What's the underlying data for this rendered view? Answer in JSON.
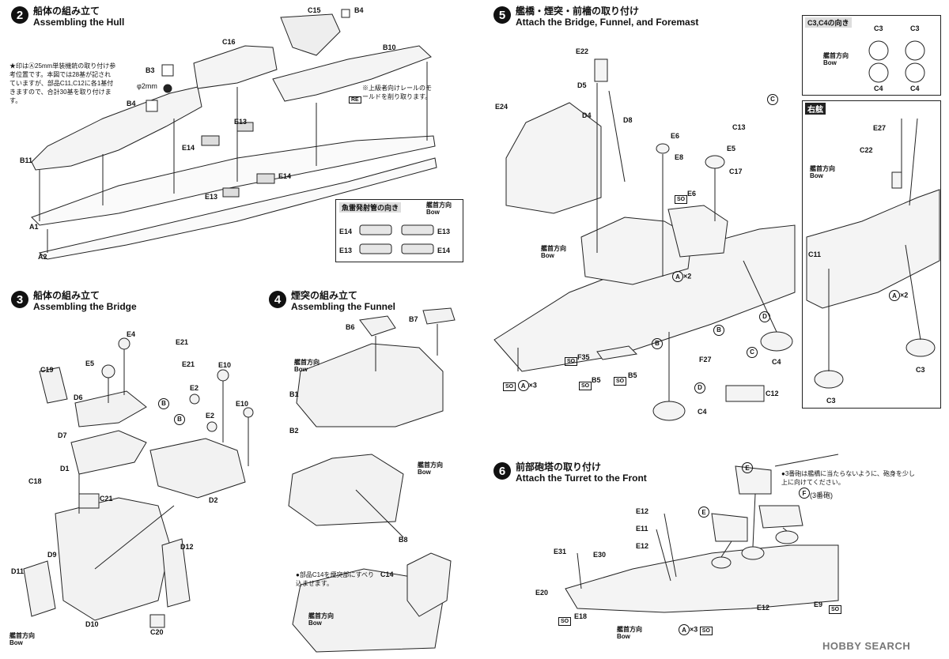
{
  "steps": {
    "s2": {
      "num": "2",
      "jp": "船体の組み立て",
      "en": "Assembling the Hull"
    },
    "s3": {
      "num": "3",
      "jp": "船体の組み立て",
      "en": "Assembling the Bridge"
    },
    "s4": {
      "num": "4",
      "jp": "煙突の組み立て",
      "en": "Assembling the Funnel"
    },
    "s5": {
      "num": "5",
      "jp": "艦橋・煙突・前檣の取り付け",
      "en": "Attach the Bridge, Funnel, and Foremast"
    },
    "s6": {
      "num": "6",
      "jp": "前部砲塔の取り付け",
      "en": "Attach the Turret to the Front"
    }
  },
  "notes": {
    "hull_star": "★印はⒶ25mm単装機銃の取り付け参考位置です。本図では28基が記されていますが、部品C11,C12に各1基付きますので、合計30基を取り付けます。",
    "hull_rail": "※上級者向けレールのモールドを削り取ります。",
    "phi": "φ2mm",
    "c14": "●部品C14を煙突部にすべり込ませます。",
    "turret3": "●3番砲は艦橋に当たらないように、砲身を少し上に向けてください。",
    "turret3_tag": "(3番砲)"
  },
  "bow": {
    "jp": "艦首方向",
    "en": "Bow"
  },
  "torpedo_box": {
    "title": "魚雷発射管の向き",
    "parts": [
      "E14",
      "E13",
      "E13",
      "E14"
    ]
  },
  "c3c4_box": {
    "title": "C3,C4の向き",
    "parts": [
      "C3",
      "C3",
      "C4",
      "C4"
    ]
  },
  "starboard_box": {
    "title": "右舷"
  },
  "labels": {
    "hull": [
      "C15",
      "B4",
      "C16",
      "B10",
      "B3",
      "B4",
      "E13",
      "E14",
      "E14",
      "E13",
      "B11",
      "A1",
      "A2",
      "RE"
    ],
    "bridge": [
      "E4",
      "E21",
      "E5",
      "E21",
      "C19",
      "D6",
      "E2",
      "E10",
      "D7",
      "E2",
      "E10",
      "D1",
      "C18",
      "C21",
      "D2",
      "D9",
      "D12",
      "D11",
      "D10",
      "C20"
    ],
    "funnel": [
      "B6",
      "B7",
      "B1",
      "B2",
      "B8",
      "C14"
    ],
    "foremast": [
      "E22",
      "D5",
      "D4",
      "D8",
      "E24",
      "E6",
      "E8",
      "E5",
      "C17",
      "C13",
      "E6",
      "C4",
      "C4",
      "F27",
      "F35",
      "B5",
      "B5",
      "C12",
      "E27",
      "C22",
      "C11",
      "C3",
      "C3"
    ],
    "turret": [
      "E",
      "E",
      "F",
      "E12",
      "E11",
      "E12",
      "E31",
      "E30",
      "E20",
      "E18",
      "E12",
      "E9"
    ]
  },
  "markers": {
    "x2": "×2",
    "x3": "×3",
    "a": "A",
    "b": "B",
    "c": "C",
    "d": "D",
    "so": "SO"
  },
  "watermark": "HOBBY SEARCH"
}
